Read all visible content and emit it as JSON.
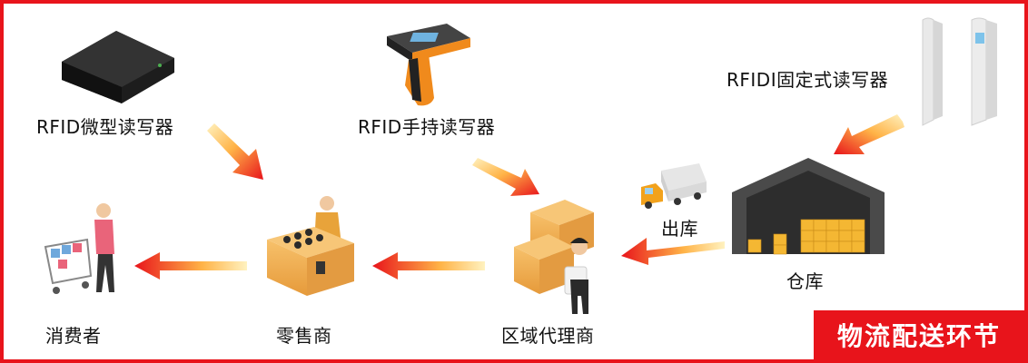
{
  "labels": {
    "micro_reader": "RFID微型读写器",
    "handheld_reader": "RFID手持读写器",
    "fixed_reader": "RFIDI固定式读写器",
    "consumer": "消费者",
    "retailer": "零售商",
    "distributor": "区域代理商",
    "outbound": "出库",
    "warehouse": "仓库"
  },
  "badge": "物流配送环节",
  "colors": {
    "border": "#e8141b",
    "badge_bg": "#e8141b",
    "arrow_start": "#ffd24a",
    "arrow_end": "#e8141b",
    "box": "#f2a94a",
    "box_dark": "#d98a2a"
  },
  "icons": [
    "micro-reader-icon",
    "handheld-reader-icon",
    "fixed-reader-icon",
    "consumer-icon",
    "retailer-icon",
    "distributor-icon",
    "truck-icon",
    "warehouse-icon"
  ]
}
